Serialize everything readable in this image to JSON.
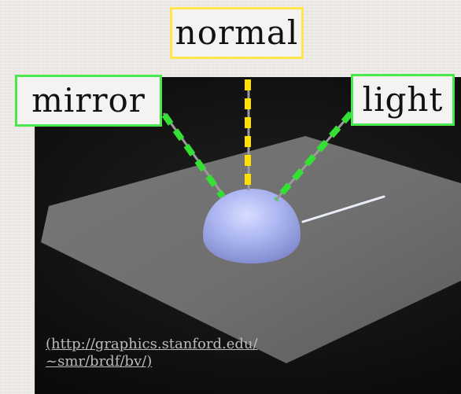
{
  "labels": {
    "normal": "normal",
    "mirror": "mirror",
    "light": "light"
  },
  "citation": {
    "line1": "(http://graphics.stanford.edu/",
    "line2": "~smr/brdf/bv/)"
  },
  "colors": {
    "normal_dash": "#ffe000",
    "mirror_light_dash": "#33e033",
    "normal_border": "#ffe64d",
    "mirror_light_border": "#49e84e"
  }
}
